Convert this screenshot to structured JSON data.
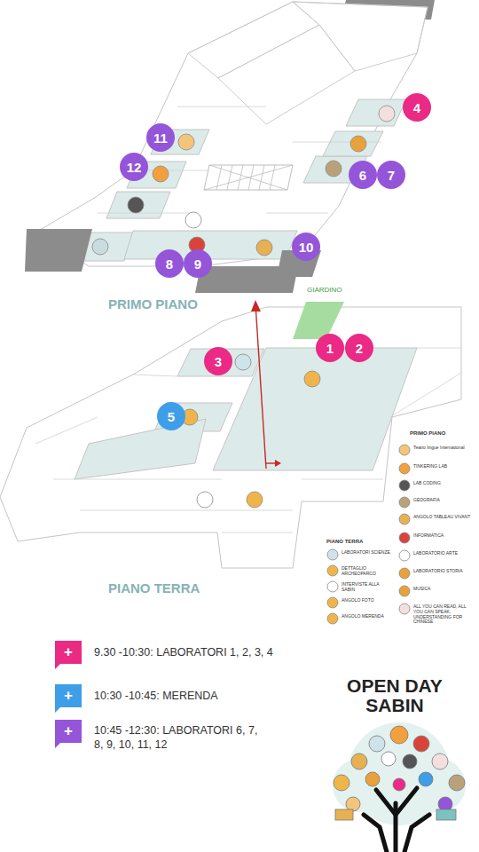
{
  "diagram": {
    "title": "OPEN DAY SABIN",
    "nodes": [
      {
        "text": [
          "PRIMO PIANO"
        ]
      },
      {
        "text": [
          "4"
        ],
        "in": 0
      },
      {
        "text": [
          "11"
        ],
        "in": 0
      },
      {
        "text": [
          "12"
        ],
        "in": 0
      },
      {
        "text": [
          "6"
        ],
        "in": 0
      },
      {
        "text": [
          "7"
        ],
        "in": 0
      },
      {
        "text": [
          "10"
        ],
        "in": 0
      },
      {
        "text": [
          "8"
        ],
        "in": 0
      },
      {
        "text": [
          "9"
        ],
        "in": 0
      },
      {
        "text": [
          "PIANO TERRA"
        ]
      },
      {
        "text": [
          "1"
        ],
        "in": 9
      },
      {
        "text": [
          "2"
        ],
        "in": 9
      },
      {
        "text": [
          "3"
        ],
        "in": 9
      },
      {
        "text": [
          "5"
        ],
        "in": 9
      }
    ],
    "labels": [
      "GIARDINO",
      "PRIMO PIANO",
      "PIANO TERRA",
      "+",
      "+",
      "+",
      "9.30 -10:30: LABORATORI 1, 2, 3, 4",
      "10:30 -10:45: MERENDA",
      "10:45 -12:30: LABORATORI 6, 7, 8, 9, 10, 11, 12"
    ],
    "legend": [
      {
        "text": "Teatro lingue International"
      },
      {
        "text": "TINKERING LAB"
      },
      {
        "text": "LAB CODING"
      },
      {
        "text": "GEOGRAFIA"
      },
      {
        "text": "ANGOLO TABLEAU VIVANT"
      },
      {
        "text": "INFORMATICA"
      },
      {
        "text": "LABORATORIO ARTE"
      },
      {
        "text": "LABORATORIO STORIA"
      },
      {
        "text": "MUSICA"
      },
      {
        "text": "ALL YOU CAN READ, ALL YOU CAN SPEAK, UNDERSTANDING FOR CHINESE"
      },
      {
        "text": "LABORATORI SCIENZE"
      },
      {
        "text": "DETTAGLIO ARCHEOPARCO"
      },
      {
        "text": "INTERVISTE ALLA SABIN"
      },
      {
        "text": "ANGOLO FOTO"
      },
      {
        "text": "ANGOLO MERENDA"
      }
    ]
  }
}
